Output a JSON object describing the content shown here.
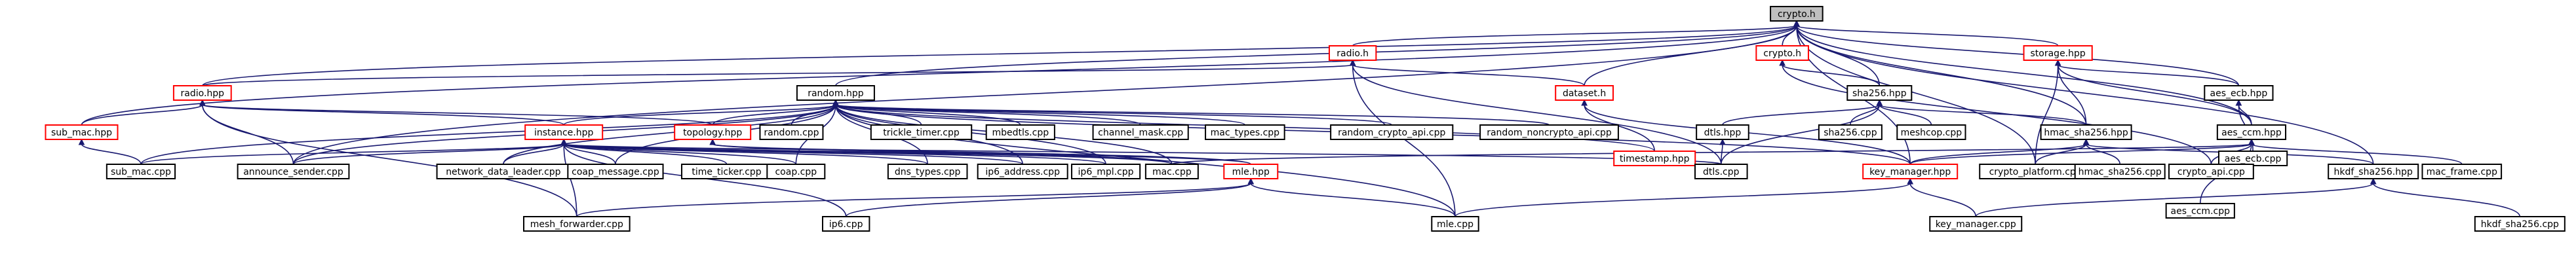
{
  "graph": {
    "nodes": [
      {
        "id": "crypto_h",
        "label": "crypto.h",
        "kind": "root"
      },
      {
        "id": "radio_h",
        "label": "radio.h",
        "kind": "truncated"
      },
      {
        "id": "crypto_h2",
        "label": "crypto.h",
        "kind": "truncated"
      },
      {
        "id": "storage_hpp",
        "label": "storage.hpp",
        "kind": "truncated"
      },
      {
        "id": "radio_hpp",
        "label": "radio.hpp",
        "kind": "truncated"
      },
      {
        "id": "random_hpp",
        "label": "random.hpp",
        "kind": "normal"
      },
      {
        "id": "dataset_h",
        "label": "dataset.h",
        "kind": "truncated"
      },
      {
        "id": "sha256_hpp",
        "label": "sha256.hpp",
        "kind": "normal"
      },
      {
        "id": "aes_ecb_hpp",
        "label": "aes_ecb.hpp",
        "kind": "normal"
      },
      {
        "id": "sub_mac_hpp",
        "label": "sub_mac.hpp",
        "kind": "truncated"
      },
      {
        "id": "instance_hpp",
        "label": "instance.hpp",
        "kind": "truncated"
      },
      {
        "id": "topology_hpp",
        "label": "topology.hpp",
        "kind": "truncated"
      },
      {
        "id": "random_cpp",
        "label": "random.cpp",
        "kind": "normal"
      },
      {
        "id": "trickle_timer_cpp",
        "label": "trickle_timer.cpp",
        "kind": "normal"
      },
      {
        "id": "mbedtls_cpp",
        "label": "mbedtls.cpp",
        "kind": "normal"
      },
      {
        "id": "channel_mask_cpp",
        "label": "channel_mask.cpp",
        "kind": "normal"
      },
      {
        "id": "mac_types_cpp",
        "label": "mac_types.cpp",
        "kind": "normal"
      },
      {
        "id": "random_crypto_api_cpp",
        "label": "random_crypto_api.cpp",
        "kind": "normal"
      },
      {
        "id": "random_noncrypto_api_cpp",
        "label": "random_noncrypto_api.cpp",
        "kind": "normal"
      },
      {
        "id": "timestamp_hpp",
        "label": "timestamp.hpp",
        "kind": "truncated"
      },
      {
        "id": "dtls_hpp",
        "label": "dtls.hpp",
        "kind": "normal"
      },
      {
        "id": "sha256_cpp",
        "label": "sha256.cpp",
        "kind": "normal"
      },
      {
        "id": "meshcop_cpp",
        "label": "meshcop.cpp",
        "kind": "normal"
      },
      {
        "id": "hmac_sha256_hpp",
        "label": "hmac_sha256.hpp",
        "kind": "normal"
      },
      {
        "id": "aes_ccm_hpp",
        "label": "aes_ccm.hpp",
        "kind": "normal"
      },
      {
        "id": "aes_ecb_cpp",
        "label": "aes_ecb.cpp",
        "kind": "normal"
      },
      {
        "id": "sub_mac_cpp",
        "label": "sub_mac.cpp",
        "kind": "normal"
      },
      {
        "id": "announce_sender_cpp",
        "label": "announce_sender.cpp",
        "kind": "normal"
      },
      {
        "id": "network_data_leader_cpp",
        "label": "network_data_leader.cpp",
        "kind": "normal"
      },
      {
        "id": "coap_message_cpp",
        "label": "coap_message.cpp",
        "kind": "normal"
      },
      {
        "id": "time_ticker_cpp",
        "label": "time_ticker.cpp",
        "kind": "normal"
      },
      {
        "id": "coap_cpp",
        "label": "coap.cpp",
        "kind": "normal"
      },
      {
        "id": "dns_types_cpp",
        "label": "dns_types.cpp",
        "kind": "normal"
      },
      {
        "id": "ip6_address_cpp",
        "label": "ip6_address.cpp",
        "kind": "normal"
      },
      {
        "id": "ip6_mpl_cpp",
        "label": "ip6_mpl.cpp",
        "kind": "normal"
      },
      {
        "id": "mac_cpp",
        "label": "mac.cpp",
        "kind": "normal"
      },
      {
        "id": "dtls_cpp",
        "label": "dtls.cpp",
        "kind": "normal"
      },
      {
        "id": "key_manager_hpp",
        "label": "key_manager.hpp",
        "kind": "truncated"
      },
      {
        "id": "crypto_platform_cpp",
        "label": "crypto_platform.cpp",
        "kind": "normal"
      },
      {
        "id": "hmac_sha256_cpp",
        "label": "hmac_sha256.cpp",
        "kind": "normal"
      },
      {
        "id": "crypto_api_cpp",
        "label": "crypto_api.cpp",
        "kind": "normal"
      },
      {
        "id": "hkdf_sha256_hpp",
        "label": "hkdf_sha256.hpp",
        "kind": "normal"
      },
      {
        "id": "mac_frame_cpp",
        "label": "mac_frame.cpp",
        "kind": "normal"
      },
      {
        "id": "aes_ccm_cpp",
        "label": "aes_ccm.cpp",
        "kind": "normal"
      },
      {
        "id": "mle_hpp",
        "label": "mle.hpp",
        "kind": "truncated"
      },
      {
        "id": "mesh_forwarder_cpp",
        "label": "mesh_forwarder.cpp",
        "kind": "normal"
      },
      {
        "id": "ip6_cpp",
        "label": "ip6.cpp",
        "kind": "normal"
      },
      {
        "id": "mle_cpp",
        "label": "mle.cpp",
        "kind": "normal"
      },
      {
        "id": "key_manager_cpp",
        "label": "key_manager.cpp",
        "kind": "normal"
      },
      {
        "id": "hkdf_sha256_cpp",
        "label": "hkdf_sha256.cpp",
        "kind": "normal"
      }
    ],
    "edges": [
      [
        "radio_h",
        "crypto_h"
      ],
      [
        "crypto_h2",
        "crypto_h"
      ],
      [
        "storage_hpp",
        "crypto_h"
      ],
      [
        "random_hpp",
        "crypto_h"
      ],
      [
        "radio_hpp",
        "crypto_h"
      ],
      [
        "sub_mac_hpp",
        "crypto_h"
      ],
      [
        "dataset_h",
        "crypto_h"
      ],
      [
        "sha256_hpp",
        "crypto_h"
      ],
      [
        "aes_ecb_hpp",
        "crypto_h"
      ],
      [
        "aes_ccm_hpp",
        "crypto_h"
      ],
      [
        "hmac_sha256_hpp",
        "crypto_h"
      ],
      [
        "hkdf_sha256_hpp",
        "crypto_h"
      ],
      [
        "crypto_platform_cpp",
        "crypto_h"
      ],
      [
        "key_manager_hpp",
        "crypto_h"
      ],
      [
        "announce_sender_cpp",
        "crypto_h"
      ],
      [
        "radio_hpp",
        "radio_h"
      ],
      [
        "dataset_h",
        "radio_h"
      ],
      [
        "dtls_cpp",
        "radio_h"
      ],
      [
        "mle_cpp",
        "radio_h"
      ],
      [
        "sha256_hpp",
        "crypto_h2"
      ],
      [
        "crypto_api_cpp",
        "crypto_h2"
      ],
      [
        "hmac_sha256_hpp",
        "storage_hpp"
      ],
      [
        "aes_ccm_hpp",
        "storage_hpp"
      ],
      [
        "aes_ecb_hpp",
        "storage_hpp"
      ],
      [
        "crypto_platform_cpp",
        "storage_hpp"
      ],
      [
        "sub_mac_hpp",
        "radio_hpp"
      ],
      [
        "instance_hpp",
        "radio_hpp"
      ],
      [
        "topology_hpp",
        "radio_hpp"
      ],
      [
        "announce_sender_cpp",
        "radio_hpp"
      ],
      [
        "mesh_forwarder_cpp",
        "radio_hpp"
      ],
      [
        "instance_hpp",
        "random_hpp"
      ],
      [
        "topology_hpp",
        "random_hpp"
      ],
      [
        "random_cpp",
        "random_hpp"
      ],
      [
        "trickle_timer_cpp",
        "random_hpp"
      ],
      [
        "mbedtls_cpp",
        "random_hpp"
      ],
      [
        "channel_mask_cpp",
        "random_hpp"
      ],
      [
        "mac_types_cpp",
        "random_hpp"
      ],
      [
        "random_crypto_api_cpp",
        "random_hpp"
      ],
      [
        "random_noncrypto_api_cpp",
        "random_hpp"
      ],
      [
        "timestamp_hpp",
        "random_hpp"
      ],
      [
        "sub_mac_cpp",
        "random_hpp"
      ],
      [
        "announce_sender_cpp",
        "random_hpp"
      ],
      [
        "network_data_leader_cpp",
        "random_hpp"
      ],
      [
        "coap_message_cpp",
        "random_hpp"
      ],
      [
        "coap_cpp",
        "random_hpp"
      ],
      [
        "dns_types_cpp",
        "random_hpp"
      ],
      [
        "ip6_address_cpp",
        "random_hpp"
      ],
      [
        "ip6_mpl_cpp",
        "random_hpp"
      ],
      [
        "mac_cpp",
        "random_hpp"
      ],
      [
        "key_manager_hpp",
        "random_hpp"
      ],
      [
        "mle_cpp",
        "random_hpp"
      ],
      [
        "timestamp_hpp",
        "dataset_h"
      ],
      [
        "key_manager_hpp",
        "dataset_h"
      ],
      [
        "dtls_hpp",
        "sha256_hpp"
      ],
      [
        "sha256_cpp",
        "sha256_hpp"
      ],
      [
        "meshcop_cpp",
        "sha256_hpp"
      ],
      [
        "hmac_sha256_hpp",
        "sha256_hpp"
      ],
      [
        "dtls_cpp",
        "sha256_hpp"
      ],
      [
        "aes_ccm_hpp",
        "aes_ecb_hpp"
      ],
      [
        "aes_ecb_cpp",
        "aes_ecb_hpp"
      ],
      [
        "sub_mac_cpp",
        "sub_mac_hpp"
      ],
      [
        "sub_mac_cpp",
        "instance_hpp"
      ],
      [
        "announce_sender_cpp",
        "instance_hpp"
      ],
      [
        "network_data_leader_cpp",
        "instance_hpp"
      ],
      [
        "coap_message_cpp",
        "instance_hpp"
      ],
      [
        "time_ticker_cpp",
        "instance_hpp"
      ],
      [
        "coap_cpp",
        "instance_hpp"
      ],
      [
        "dns_types_cpp",
        "instance_hpp"
      ],
      [
        "ip6_address_cpp",
        "instance_hpp"
      ],
      [
        "ip6_mpl_cpp",
        "instance_hpp"
      ],
      [
        "mac_cpp",
        "instance_hpp"
      ],
      [
        "mle_hpp",
        "instance_hpp"
      ],
      [
        "dtls_cpp",
        "instance_hpp"
      ],
      [
        "mesh_forwarder_cpp",
        "instance_hpp"
      ],
      [
        "ip6_cpp",
        "instance_hpp"
      ],
      [
        "mac_cpp",
        "topology_hpp"
      ],
      [
        "mle_hpp",
        "topology_hpp"
      ],
      [
        "dtls_cpp",
        "dtls_hpp"
      ],
      [
        "key_manager_hpp",
        "hmac_sha256_hpp"
      ],
      [
        "crypto_platform_cpp",
        "hmac_sha256_hpp"
      ],
      [
        "hmac_sha256_cpp",
        "hmac_sha256_hpp"
      ],
      [
        "hkdf_sha256_hpp",
        "hmac_sha256_hpp"
      ],
      [
        "key_manager_hpp",
        "aes_ccm_hpp"
      ],
      [
        "crypto_api_cpp",
        "aes_ccm_hpp"
      ],
      [
        "aes_ccm_cpp",
        "aes_ccm_hpp"
      ],
      [
        "mac_frame_cpp",
        "aes_ccm_hpp"
      ],
      [
        "mac_cpp",
        "aes_ccm_hpp"
      ],
      [
        "mle_cpp",
        "key_manager_hpp"
      ],
      [
        "key_manager_cpp",
        "key_manager_hpp"
      ],
      [
        "key_manager_cpp",
        "hkdf_sha256_hpp"
      ],
      [
        "hkdf_sha256_cpp",
        "hkdf_sha256_hpp"
      ],
      [
        "mesh_forwarder_cpp",
        "mle_hpp"
      ],
      [
        "ip6_cpp",
        "mle_hpp"
      ],
      [
        "mle_cpp",
        "mle_hpp"
      ]
    ],
    "colors": {
      "edge": "#191970",
      "node_border": "#000000",
      "truncated_border": "#ff0000",
      "root_fill": "#bfbfbf",
      "node_fill": "#ffffff"
    }
  }
}
